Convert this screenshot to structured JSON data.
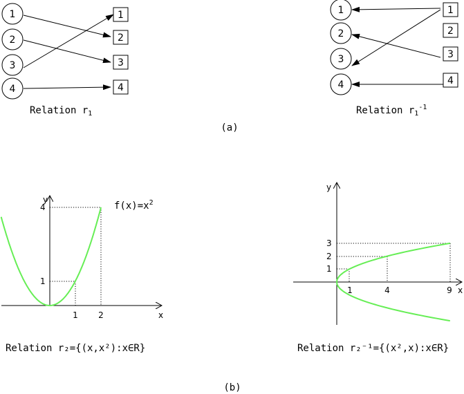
{
  "part_a": {
    "left": {
      "circles": [
        "1",
        "2",
        "3",
        "4"
      ],
      "boxes": [
        "1",
        "2",
        "3",
        "4"
      ],
      "caption_base": "Relation r",
      "caption_sub": "1"
    },
    "right": {
      "circles": [
        "1",
        "2",
        "3",
        "4"
      ],
      "boxes": [
        "1",
        "2",
        "3",
        "4"
      ],
      "caption_base": "Relation r",
      "caption_sub": "1",
      "caption_sup": "-1"
    },
    "label": "(a)"
  },
  "part_b": {
    "left": {
      "y_axis_label": "y",
      "x_axis_label": "x",
      "y_ticks": [
        "4",
        "1"
      ],
      "x_ticks": [
        "1",
        "2"
      ],
      "function_label": "f(x)=x",
      "function_sup": "2",
      "caption": "Relation r₂={(x,x²):x∈R}"
    },
    "right": {
      "y_axis_label": "y",
      "x_axis_label": "x",
      "y_ticks": [
        "3",
        "2",
        "1"
      ],
      "x_ticks": [
        "1",
        "4",
        "9"
      ],
      "caption": "Relation r₂⁻¹={(x²,x):x∈R}"
    },
    "label": "(b)"
  },
  "colors": {
    "curve": "#66ee55",
    "lines": "#000000"
  }
}
